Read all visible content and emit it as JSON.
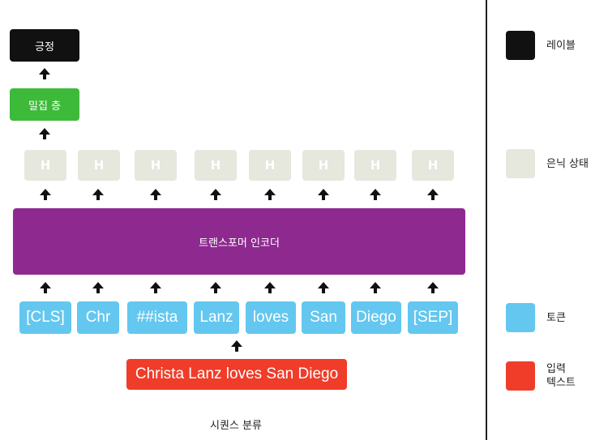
{
  "diagram": {
    "label": "긍정",
    "dense_layer": "밀집 층",
    "hidden_state": "H",
    "encoder": "트랜스포머 인코더",
    "tokens": [
      "[CLS]",
      "Chr",
      "##ista",
      "Lanz",
      "loves",
      "San",
      "Diego",
      "[SEP]"
    ],
    "input_text": "Christa Lanz loves San Diego",
    "caption": "시퀀스 분류"
  },
  "legend": {
    "label": "레이블",
    "hidden_state": "은닉 상태",
    "token": "토큰",
    "input_text_line1": "입력",
    "input_text_line2": "텍스트"
  },
  "colors": {
    "label": "#111111",
    "dense": "#3dba3a",
    "hidden": "#e6e7dd",
    "encoder": "#8e2a8f",
    "token": "#63c7ef",
    "input": "#ef3d29"
  }
}
